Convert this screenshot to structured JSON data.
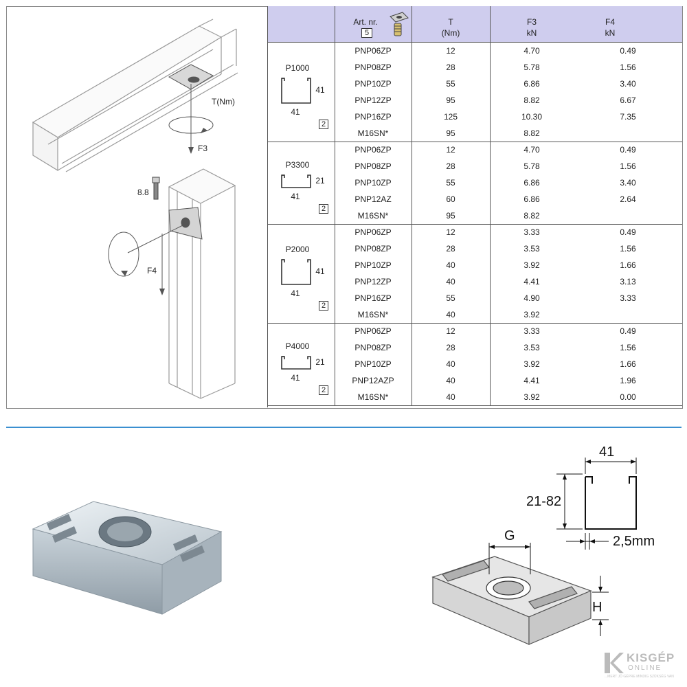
{
  "header": {
    "art_label": "Art. nr.",
    "art_badge": "5",
    "col_t": "T",
    "col_t_unit": "(Nm)",
    "col_f3": "F3",
    "col_f3_unit": "kN",
    "col_f4": "F4",
    "col_f4_unit": "kN"
  },
  "groups": [
    {
      "name": "P1000",
      "width": "41",
      "height": "41",
      "badge": "2",
      "rows": [
        {
          "art": "PNP06ZP",
          "t": "12",
          "f3": "4.70",
          "f4": "0.49"
        },
        {
          "art": "PNP08ZP",
          "t": "28",
          "f3": "5.78",
          "f4": "1.56"
        },
        {
          "art": "PNP10ZP",
          "t": "55",
          "f3": "6.86",
          "f4": "3.40"
        },
        {
          "art": "PNP12ZP",
          "t": "95",
          "f3": "8.82",
          "f4": "6.67"
        },
        {
          "art": "PNP16ZP",
          "t": "125",
          "f3": "10.30",
          "f4": "7.35"
        },
        {
          "art": "M16SN*",
          "t": "95",
          "f3": "8.82",
          "f4": ""
        }
      ]
    },
    {
      "name": "P3300",
      "width": "41",
      "height": "21",
      "badge": "2",
      "rows": [
        {
          "art": "PNP06ZP",
          "t": "12",
          "f3": "4.70",
          "f4": "0.49"
        },
        {
          "art": "PNP08ZP",
          "t": "28",
          "f3": "5.78",
          "f4": "1.56"
        },
        {
          "art": "PNP10ZP",
          "t": "55",
          "f3": "6.86",
          "f4": "3.40"
        },
        {
          "art": "PNP12AZ",
          "t": "60",
          "f3": "6.86",
          "f4": "2.64"
        },
        {
          "art": "M16SN*",
          "t": "95",
          "f3": "8.82",
          "f4": ""
        }
      ]
    },
    {
      "name": "P2000",
      "width": "41",
      "height": "41",
      "badge": "2",
      "rows": [
        {
          "art": "PNP06ZP",
          "t": "12",
          "f3": "3.33",
          "f4": "0.49"
        },
        {
          "art": "PNP08ZP",
          "t": "28",
          "f3": "3.53",
          "f4": "1.56"
        },
        {
          "art": "PNP10ZP",
          "t": "40",
          "f3": "3.92",
          "f4": "1.66"
        },
        {
          "art": "PNP12ZP",
          "t": "40",
          "f3": "4.41",
          "f4": "3.13"
        },
        {
          "art": "PNP16ZP",
          "t": "55",
          "f3": "4.90",
          "f4": "3.33"
        },
        {
          "art": "M16SN*",
          "t": "40",
          "f3": "3.92",
          "f4": ""
        }
      ]
    },
    {
      "name": "P4000",
      "width": "41",
      "height": "21",
      "badge": "2",
      "rows": [
        {
          "art": "PNP06ZP",
          "t": "12",
          "f3": "3.33",
          "f4": "0.49"
        },
        {
          "art": "PNP08ZP",
          "t": "28",
          "f3": "3.53",
          "f4": "1.56"
        },
        {
          "art": "PNP10ZP",
          "t": "40",
          "f3": "3.92",
          "f4": "1.66"
        },
        {
          "art": "PNP12AZP",
          "t": "40",
          "f3": "4.41",
          "f4": "1.96"
        },
        {
          "art": "M16SN*",
          "t": "40",
          "f3": "3.92",
          "f4": "0.00"
        }
      ]
    }
  ],
  "diagram": {
    "torque_label": "T(Nm)",
    "f3_label": "F3",
    "bolt_label": "8.8",
    "f4_label": "F4"
  },
  "dimensions": {
    "width": "41",
    "height": "21-82",
    "thickness": "2,5mm",
    "g": "G",
    "h": "H"
  },
  "logo": {
    "name": "KISGÉP",
    "sub": "ONLINE",
    "tagline": "...MERT JÓ GÉPRE MINDIG SZÜKSÉG VAN",
    "icon": "k-logo-icon"
  },
  "colors": {
    "header_bg": "#cfcdee",
    "divider": "#3b8fd0",
    "table_border": "#555555"
  }
}
